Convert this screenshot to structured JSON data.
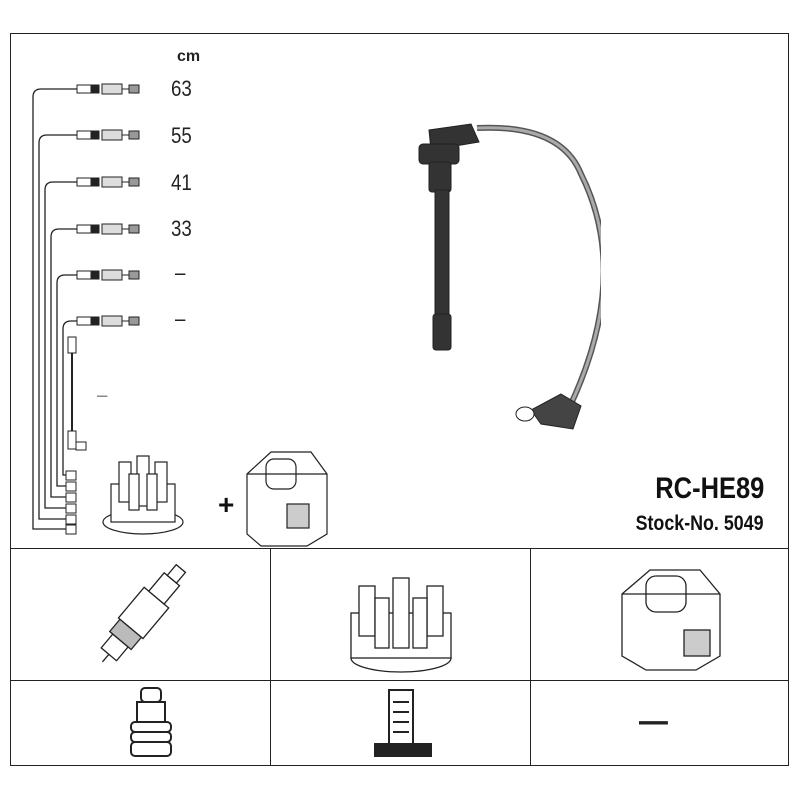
{
  "header": {
    "unit_label": "cm"
  },
  "cables": [
    {
      "length": "63"
    },
    {
      "length": "55"
    },
    {
      "length": "41"
    },
    {
      "length": "33"
    },
    {
      "length": "–"
    },
    {
      "length": "–"
    }
  ],
  "coil_lead": {
    "length": "–"
  },
  "kit_plus": "+",
  "product": {
    "code": "RC-HE89",
    "stock": "Stock-No. 5049"
  },
  "components": {
    "empty_cell": "—"
  }
}
